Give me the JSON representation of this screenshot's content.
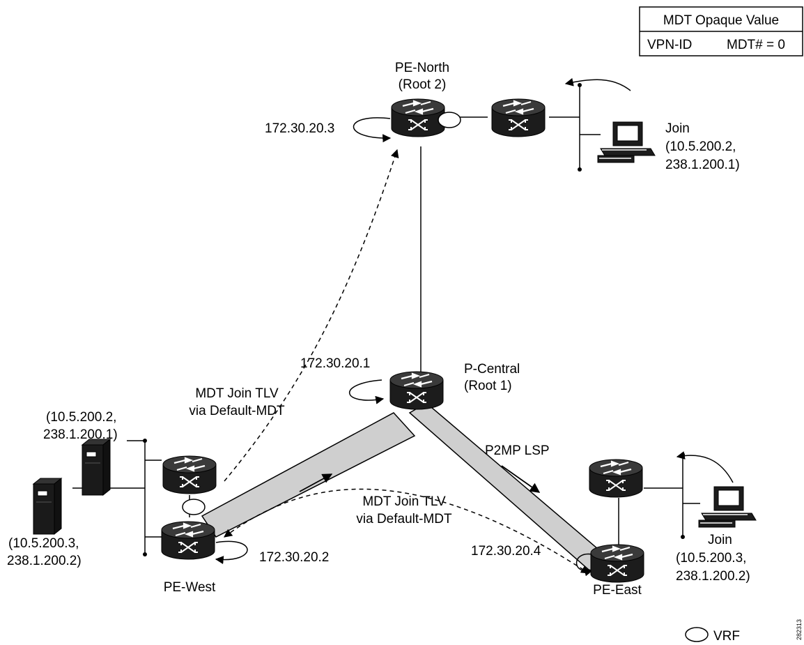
{
  "legend_table": {
    "header": "MDT Opaque Value",
    "vpn_id": "VPN-ID",
    "mdt_number": "MDT# = 0"
  },
  "nodes": {
    "pe_north": {
      "name": "PE-North",
      "role": "(Root 2)",
      "address": "172.30.20.3"
    },
    "p_central": {
      "name": "P-Central",
      "role": "(Root 1)",
      "address": "172.30.20.1"
    },
    "pe_west": {
      "name": "PE-West",
      "address": "172.30.20.2"
    },
    "pe_east": {
      "name": "PE-East",
      "address": "172.30.20.4"
    }
  },
  "receivers": {
    "north": {
      "action": "Join",
      "line1": "(10.5.200.2,",
      "line2": "238.1.200.1)"
    },
    "east": {
      "action": "Join",
      "line1": "(10.5.200.3,",
      "line2": "238.1.200.2)"
    }
  },
  "sources": {
    "upper": {
      "line1": "(10.5.200.2,",
      "line2": "238.1.200.1)"
    },
    "lower": {
      "line1": "(10.5.200.3,",
      "line2": "238.1.200.2)"
    }
  },
  "annotations": {
    "mdt_join_north": {
      "line1": "MDT Join TLV",
      "line2": "via Default-MDT"
    },
    "mdt_join_east": {
      "line1": "MDT Join TLV",
      "line2": "via Default-MDT"
    },
    "p2mp": "P2MP LSP"
  },
  "legend": {
    "vrf": "VRF"
  },
  "figure_id": "282313",
  "icons": [
    "router-icon",
    "workstation-icon",
    "server-icon",
    "vrf-icon"
  ]
}
